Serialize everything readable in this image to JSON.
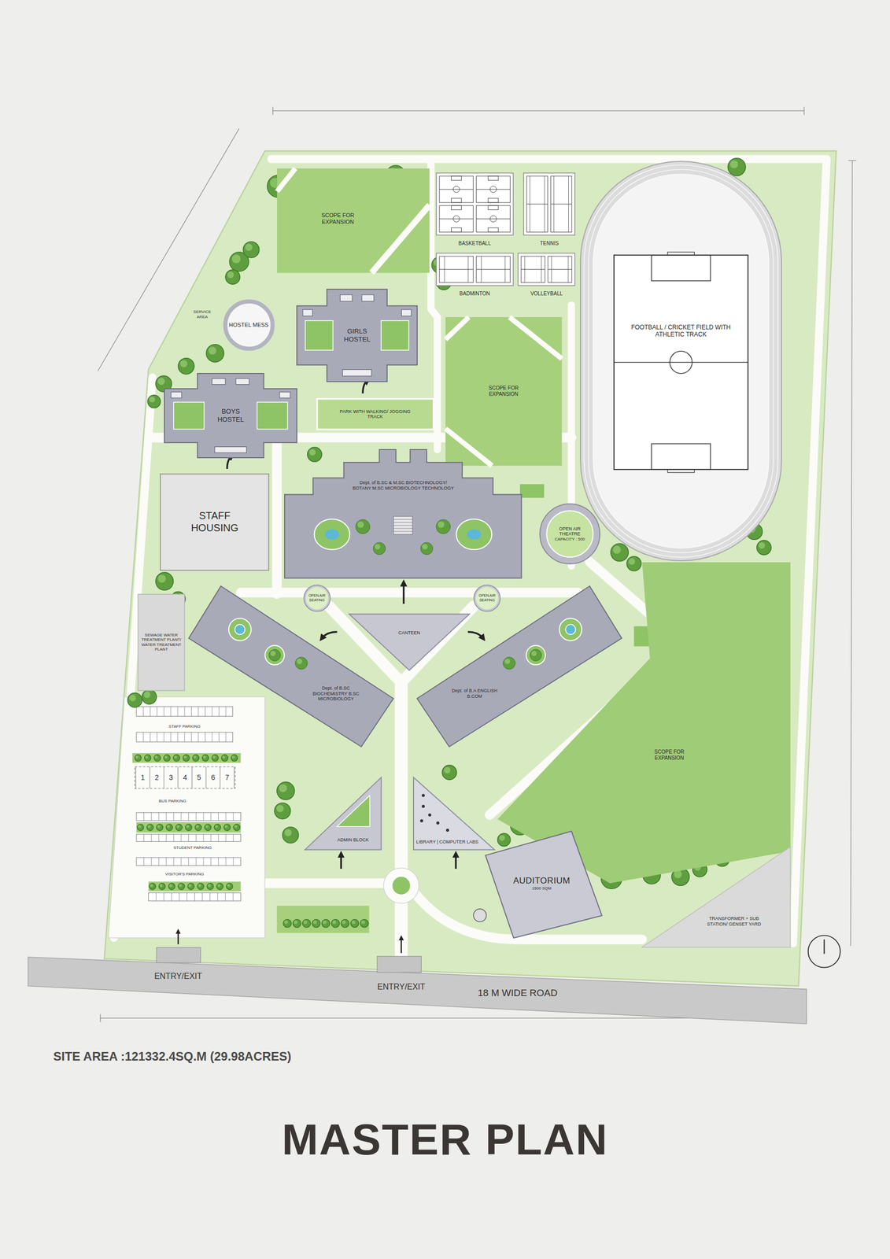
{
  "diagram": {
    "title": "MASTER PLAN",
    "caption": "SITE AREA :121332.4SQ.M (29.98ACRES)",
    "nodes": [
      {
        "text": [
          "SCOPE FOR EXPANSION"
        ]
      },
      {
        "text": [
          "BASKETBALL"
        ]
      },
      {
        "text": [
          "TENNIS"
        ]
      },
      {
        "text": [
          "FOOTBALL / CRICKET FIELD WITH ATHLETIC TRACK"
        ]
      },
      {
        "text": [
          "BADMINTON"
        ]
      },
      {
        "text": [
          "VOLLEYBALL"
        ]
      },
      {
        "text": [
          "GIRLS HOSTEL"
        ]
      },
      {
        "text": [
          "HOSTEL MESS"
        ]
      },
      {
        "text": [
          "SCOPE FOR EXPANSION"
        ]
      },
      {
        "text": [
          "BOYS HOSTEL"
        ]
      },
      {
        "text": [
          "PARK WITH WALKING/ JOGGING TRACK"
        ]
      },
      {
        "text": [
          "Dept. of B.SC & M.SC BIOTECHNOLOGY/ BOTANY M.SC MICROBIOLOGY TECHNOLOGY"
        ]
      },
      {
        "text": [
          "STAFF HOUSING"
        ]
      },
      {
        "text": [
          "OPEN AIR THEATRE",
          "CAPACITY : 500"
        ]
      },
      {
        "text": [
          "OPEN AIR SEATING"
        ]
      },
      {
        "text": [
          "OPEN AIR SEATING"
        ]
      },
      {
        "text": [
          "CANTEEN"
        ]
      },
      {
        "text": [
          "SEWAGE WATER TREATMENT PLANT/ WATER TREATMENT PLANT"
        ]
      },
      {
        "text": [
          "Dept. of B.SC BIOCHEMISTRY B.SC MICROBIOLOGY"
        ]
      },
      {
        "text": [
          "Dept. of B.A ENGLISH B.COM"
        ]
      },
      {
        "text": [
          "SCOPE FOR EXPANSION"
        ]
      },
      {
        "text": [
          "ADMIN BLOCK"
        ]
      },
      {
        "text": [
          "LIBRARY | COMPUTER LABS"
        ]
      },
      {
        "text": [
          "AUDITORIUM",
          "1500 SQM"
        ]
      },
      {
        "text": [
          "TRANSFORMER + SUB STATION/ GENSET YARD"
        ]
      }
    ],
    "labels": [
      "SERVICE AREA",
      "STAFF PARKING",
      "1",
      "2",
      "3",
      "4",
      "5",
      "6",
      "7",
      "BUS PARKING",
      "STUDENT PARKING",
      "VISITOR'S PARKING",
      "ENTRY/EXIT",
      "ENTRY/EXIT",
      "18 M WIDE ROAD"
    ]
  }
}
